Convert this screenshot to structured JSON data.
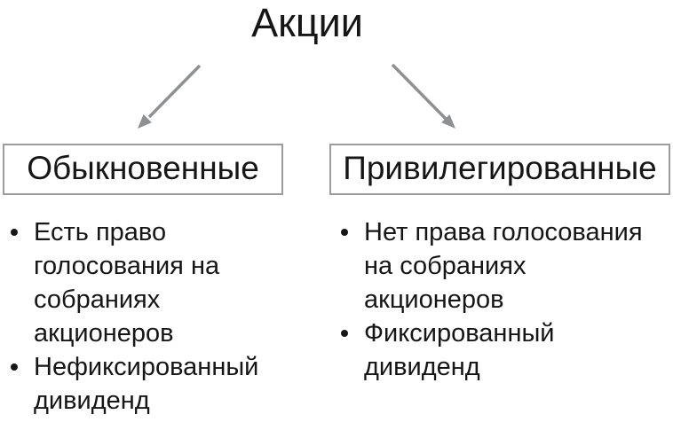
{
  "title": "Акции",
  "colors": {
    "background": "#ffffff",
    "text": "#161616",
    "arrow": "#8e9194",
    "box_border": "#9a9c9e"
  },
  "branches": [
    {
      "label": "Обыкновенные",
      "bullets": [
        "Есть право\nголосования на\nсобраниях\nакционеров",
        "Нефиксированный\nдивиденд"
      ]
    },
    {
      "label": "Привилегированные",
      "bullets": [
        "Нет права голосования\nна собраниях\nакционеров",
        "Фиксированный\nдивиденд"
      ]
    }
  ]
}
